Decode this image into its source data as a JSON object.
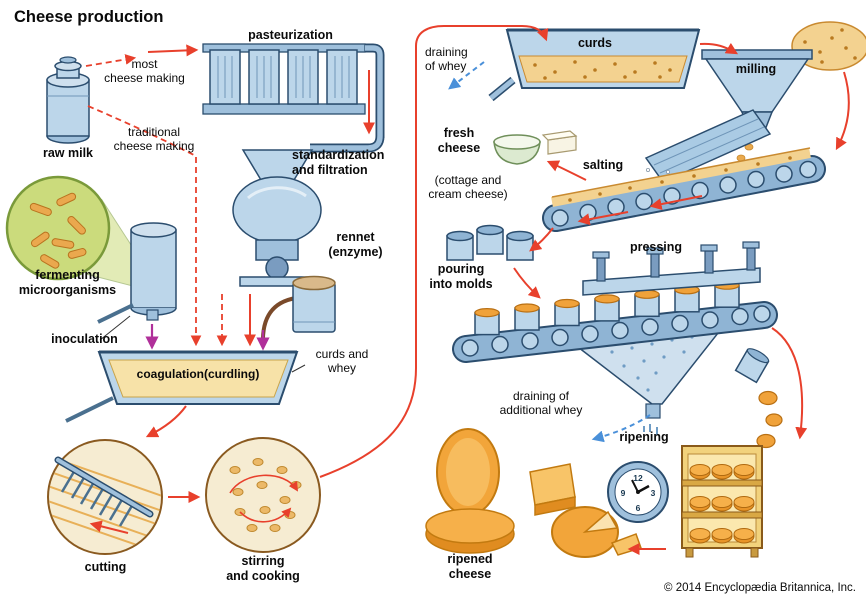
{
  "title": "Cheese production",
  "copyright": "© 2014 Encyclopædia Britannica, Inc.",
  "labels": {
    "raw_milk": "raw milk",
    "most_cheese_making": "most\ncheese making",
    "traditional_cheese_making": "traditional\ncheese making",
    "pasteurization": "pasteurization",
    "standardization_filtration": "standardization\nand filtration",
    "rennet_enzyme": "rennet\n(enzyme)",
    "fermenting_microorganisms": "fermenting\nmicroorganisms",
    "inoculation": "inoculation",
    "coagulation_curdling": "coagulation(curdling)",
    "curds_and_whey": "curds and\nwhey",
    "cutting": "cutting",
    "stirring_and_cooking": "stirring\nand cooking",
    "draining_of_whey": "draining\nof whey",
    "curds": "curds",
    "milling": "milling",
    "fresh_cheese": "fresh\ncheese",
    "cottage_and_cream": "(cottage and\ncream cheese)",
    "salting": "salting",
    "pouring_into_molds": "pouring\ninto molds",
    "pressing": "pressing",
    "draining_additional_whey": "draining of\nadditional whey",
    "ripening": "ripening",
    "ripened_cheese": "ripened\ncheese"
  },
  "clock": {
    "twelve": "12",
    "three": "3",
    "six": "6",
    "nine": "9"
  },
  "colors": {
    "arrow_red": "#e8402c",
    "whey_blue": "#4a90d9",
    "inoculation_purple": "#b0309a",
    "machine_blue": "#bcd6ea",
    "machine_blue_dark": "#8fb4d4",
    "outline_blue": "#2b4d6e",
    "cheese_orange": "#f2a53a",
    "curd_cream": "#f3d290",
    "culture_green": "#cbdb7c",
    "vat_yellow": "#f7e2a8"
  }
}
